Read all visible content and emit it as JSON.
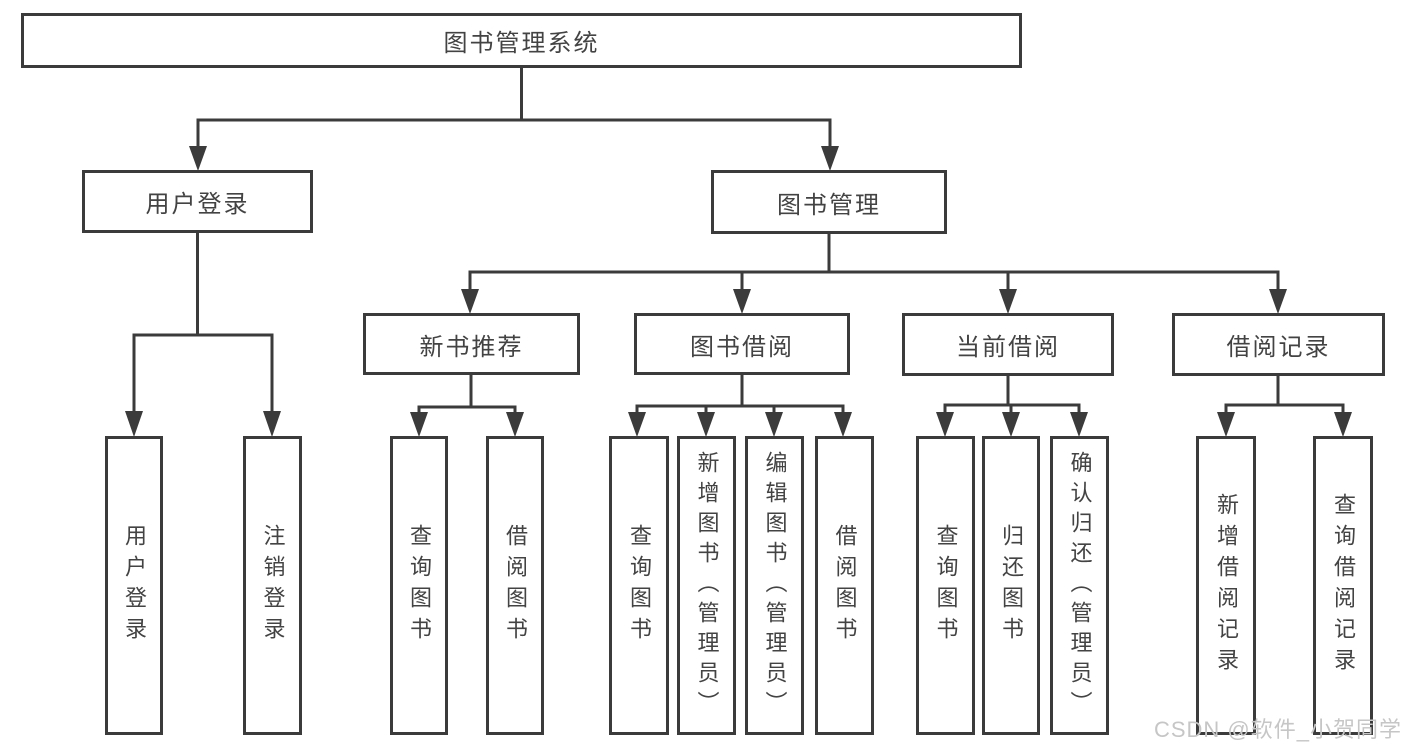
{
  "diagram": {
    "title": "图书管理系统",
    "level2": {
      "user_login": "用户登录",
      "book_management": "图书管理"
    },
    "user_login_children": {
      "login": "用户登录",
      "logout": "注销登录"
    },
    "book_management_children": {
      "new_book_recommend": "新书推荐",
      "book_borrow": "图书借阅",
      "current_borrow": "当前借阅",
      "borrow_record": "借阅记录"
    },
    "new_book_recommend_children": {
      "query_book": "查询图书",
      "borrow_book": "借阅图书"
    },
    "book_borrow_children": {
      "query_book": "查询图书",
      "add_book_admin": "新增图书（管理员）",
      "edit_book_admin": "编辑图书（管理员）",
      "borrow_book": "借阅图书"
    },
    "current_borrow_children": {
      "query_book": "查询图书",
      "return_book": "归还图书",
      "confirm_return_admin": "确认归还（管理员）"
    },
    "borrow_record_children": {
      "add_borrow_record": "新增借阅记录",
      "query_borrow_record": "查询借阅记录"
    }
  },
  "watermark": "CSDN @软件_小贺同学",
  "colors": {
    "line": "#3b3b3b",
    "text": "#434343",
    "watermark": "#c6c6c6",
    "background": "#ffffff"
  }
}
